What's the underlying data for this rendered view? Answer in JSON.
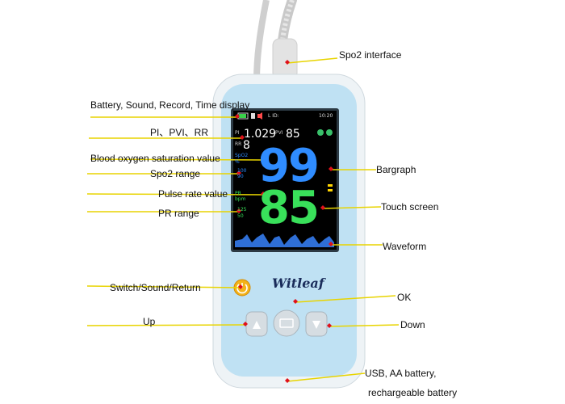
{
  "device": {
    "brand": "Witleaf",
    "status_bar": {
      "id_text": "L ID:",
      "time": "10:20"
    },
    "pi": {
      "label": "PI",
      "value": "1.029"
    },
    "pvi": {
      "label": "PVI",
      "value": "85"
    },
    "rr": {
      "label": "RR",
      "value": "8"
    },
    "spo2": {
      "label": "SpO2",
      "unit": "%",
      "value": "99",
      "range_high": "100",
      "range_low": "90"
    },
    "pr": {
      "label": "PR",
      "unit": "bpm",
      "value": "85",
      "range_high": "125",
      "range_low": "50"
    }
  },
  "labels": {
    "spo2_interface": "Spo2 interface",
    "status_display": "Battery, Sound, Record, Time display",
    "pi_pvi_rr": "PI、PVI、RR",
    "spo2_value": "Blood oxygen saturation value",
    "spo2_range": "Spo2 range",
    "bargraph": "Bargraph",
    "pulse_rate_value": "Pulse rate value",
    "touch_screen": "Touch screen",
    "pr_range": "PR range",
    "waveform": "Waveform",
    "switch": "Switch/Sound/Return",
    "ok": "OK",
    "up": "Up",
    "down": "Down",
    "battery_line1": "USB, AA battery,",
    "battery_line2": "rechargeable battery"
  },
  "colors": {
    "body": "#bfe1f3",
    "screen": "#000000",
    "spo2": "#2f8cff",
    "pr": "#39e05a",
    "marker": "#e0101a",
    "leader": "#e8d400"
  }
}
